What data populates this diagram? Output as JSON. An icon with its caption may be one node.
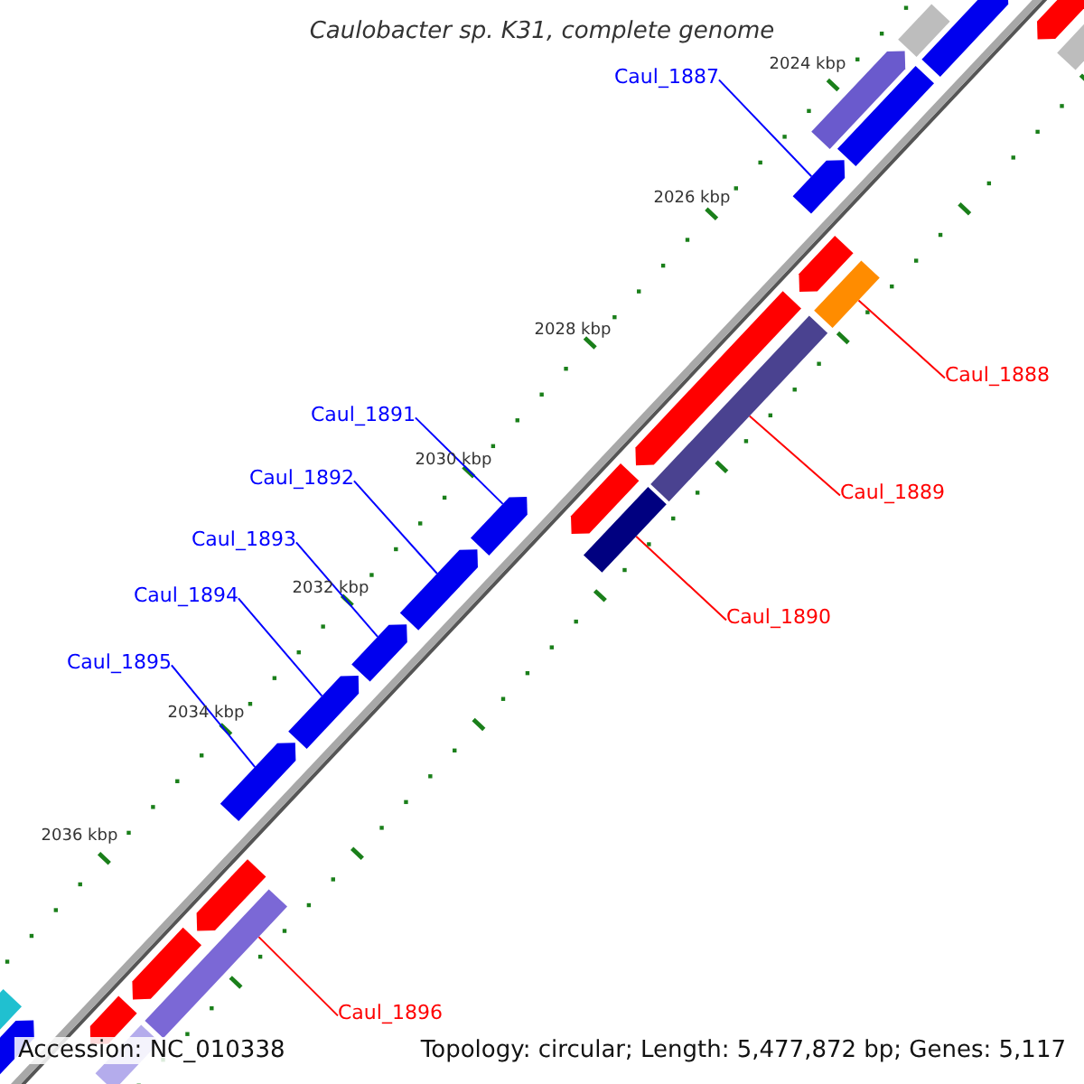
{
  "diagram": {
    "title": "Caulobacter sp. K31, complete genome",
    "nodes": [
      {
        "text": [
          "Caul_1887"
        ]
      },
      {
        "text": [
          "Caul_1888"
        ]
      },
      {
        "text": [
          "Caul_1891"
        ]
      },
      {
        "text": [
          "Caul_1892"
        ]
      },
      {
        "text": [
          "Caul_1889"
        ]
      },
      {
        "text": [
          "Caul_1893"
        ]
      },
      {
        "text": [
          "Caul_1894"
        ]
      },
      {
        "text": [
          "Caul_1890"
        ]
      },
      {
        "text": [
          "Caul_1895"
        ]
      },
      {
        "text": [
          "Caul_1896"
        ]
      },
      {
        "text": [],
        "shape": "arrow"
      },
      {
        "text": [],
        "shape": "bar"
      },
      {
        "text": [],
        "shape": "arrow"
      },
      {
        "text": [],
        "shape": "arrow"
      },
      {
        "text": [],
        "shape": "bar"
      },
      {
        "text": [],
        "shape": "arrow"
      },
      {
        "text": [],
        "shape": "arrow"
      },
      {
        "text": [],
        "shape": "bar"
      },
      {
        "text": [],
        "shape": "arrow"
      },
      {
        "text": [],
        "shape": "bar"
      },
      {
        "text": [],
        "shape": "arrow"
      },
      {
        "text": [],
        "shape": "bar"
      },
      {
        "text": [],
        "shape": "bar"
      },
      {
        "text": [],
        "shape": "arrow"
      },
      {
        "text": [],
        "shape": "arrow"
      },
      {
        "text": [],
        "shape": "arrow"
      },
      {
        "text": [],
        "shape": "arrow"
      },
      {
        "text": [],
        "shape": "arrow"
      },
      {
        "text": [],
        "shape": "arrow"
      },
      {
        "text": [],
        "shape": "bar"
      },
      {
        "text": [],
        "shape": "arrow"
      },
      {
        "text": [],
        "shape": "bar"
      },
      {
        "text": [],
        "shape": "arrow"
      },
      {
        "text": [],
        "shape": "arrow"
      },
      {
        "text": [],
        "shape": "bar"
      }
    ],
    "edges": [
      {
        "from": 0,
        "to": 10,
        "arrow": "none"
      },
      {
        "from": 1,
        "to": 11,
        "arrow": "none",
        "color": "#ff0000"
      },
      {
        "from": 2,
        "to": 12,
        "arrow": "none"
      },
      {
        "from": 3,
        "to": 13,
        "arrow": "none"
      },
      {
        "from": 4,
        "to": 14,
        "arrow": "none",
        "color": "#ff0000"
      },
      {
        "from": 5,
        "to": 15,
        "arrow": "none"
      },
      {
        "from": 6,
        "to": 16,
        "arrow": "none"
      },
      {
        "from": 7,
        "to": 17,
        "arrow": "none",
        "color": "#ff0000"
      },
      {
        "from": 8,
        "to": 18,
        "arrow": "none"
      },
      {
        "from": 9,
        "to": 19,
        "arrow": "none",
        "color": "#ff0000"
      }
    ],
    "labels": [
      "2024 kbp",
      "2026 kbp",
      "2028 kbp",
      "2030 kbp",
      "2032 kbp",
      "2034 kbp",
      "2036 kbp",
      "Accession: NC_010338",
      "Topology: circular; Length: 5,477,872 bp; Genes: 5,117"
    ]
  }
}
